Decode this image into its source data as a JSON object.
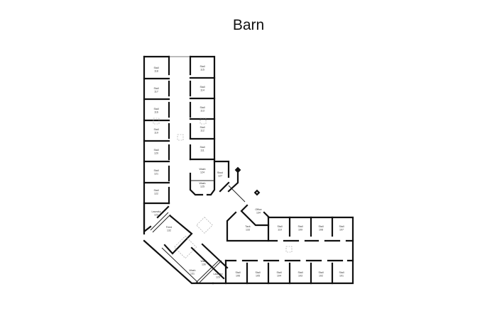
{
  "title": "Barn",
  "rooms": [
    {
      "name": "Stall",
      "number": "118"
    },
    {
      "name": "Stall",
      "number": "117"
    },
    {
      "name": "Stall",
      "number": "116"
    },
    {
      "name": "Stall",
      "number": "119"
    },
    {
      "name": "Stall",
      "number": "120"
    },
    {
      "name": "Stall",
      "number": "121"
    },
    {
      "name": "Stall",
      "number": "122"
    },
    {
      "name": "Stall",
      "number": "115"
    },
    {
      "name": "Stall",
      "number": "114"
    },
    {
      "name": "Stall",
      "number": "113"
    },
    {
      "name": "Stall",
      "number": "112"
    },
    {
      "name": "Stall",
      "number": "111"
    },
    {
      "name": "Wash",
      "number": "124"
    },
    {
      "name": "Wash",
      "number": "125"
    },
    {
      "name": "Stool",
      "number": "127"
    },
    {
      "name": "Laundry",
      "number": "123"
    },
    {
      "name": "Feed",
      "number": "132"
    },
    {
      "name": "Wash",
      "number": "130"
    },
    {
      "name": "Wash",
      "number": "131"
    },
    {
      "name": "Laundry",
      "number": "129"
    },
    {
      "name": "Office",
      "number": "134"
    },
    {
      "name": "Tack",
      "number": "133"
    },
    {
      "name": "Stall",
      "number": "110"
    },
    {
      "name": "Stall",
      "number": "109"
    },
    {
      "name": "Stall",
      "number": "108"
    },
    {
      "name": "Stall",
      "number": "107"
    },
    {
      "name": "Stall",
      "number": "106"
    },
    {
      "name": "Stall",
      "number": "105"
    },
    {
      "name": "Stall",
      "number": "104"
    },
    {
      "name": "Stall",
      "number": "103"
    },
    {
      "name": "Stall",
      "number": "102"
    },
    {
      "name": "Stall",
      "number": "101"
    }
  ]
}
